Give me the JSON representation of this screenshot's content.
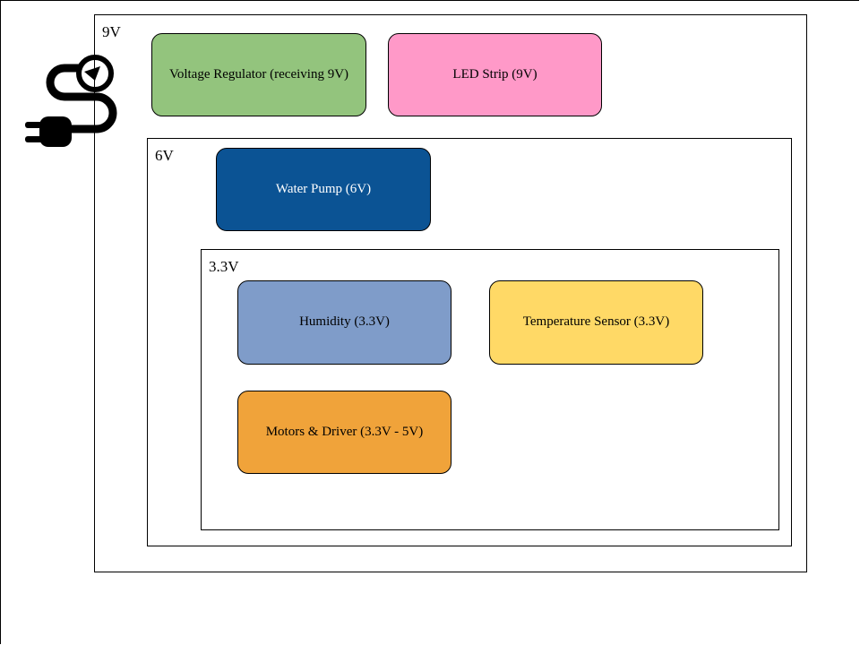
{
  "diagram": {
    "zones": {
      "v9": {
        "label": "9V"
      },
      "v6": {
        "label": "6V"
      },
      "v33": {
        "label": "3.3V"
      }
    },
    "blocks": {
      "voltage_regulator": {
        "label": "Voltage Regulator (receiving 9V)",
        "color": "#93c47d"
      },
      "led_strip": {
        "label": "LED Strip (9V)",
        "color": "#ff99c8"
      },
      "water_pump": {
        "label": "Water Pump (6V)",
        "color": "#0b5394"
      },
      "humidity": {
        "label": "Humidity (3.3V)",
        "color": "#7f9cc9"
      },
      "temperature_sensor": {
        "label": "Temperature Sensor (3.3V)",
        "color": "#ffd966"
      },
      "motors_driver": {
        "label": "Motors & Driver (3.3V - 5V)",
        "color": "#f0a33a"
      }
    },
    "icons": {
      "power": "power-plug-icon"
    }
  }
}
